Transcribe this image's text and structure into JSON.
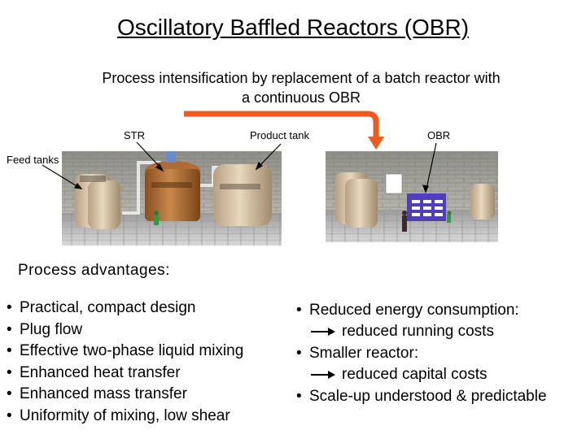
{
  "title": "Oscillatory Baffled Reactors (OBR)",
  "subtitle": "Process intensification by replacement of a batch reactor with a continuous OBR",
  "labels": {
    "str": "STR",
    "product_tank": "Product tank",
    "obr": "OBR",
    "feed_tanks": "Feed tanks"
  },
  "advantages_title": "Process advantages:",
  "left_items": [
    "Practical, compact design",
    "Plug flow",
    "Effective two-phase liquid mixing",
    "Enhanced heat transfer",
    "Enhanced mass transfer",
    "Uniformity of mixing, low shear"
  ],
  "right_items": {
    "r1": "Reduced energy consumption:",
    "r1_sub": "reduced running costs",
    "r2": "Smaller reactor:",
    "r2_sub": "reduced capital costs",
    "r3": "Scale-up understood & predictable"
  },
  "colors": {
    "arrow_orange": "#f05a1e",
    "obr_unit": "#5040b8"
  }
}
